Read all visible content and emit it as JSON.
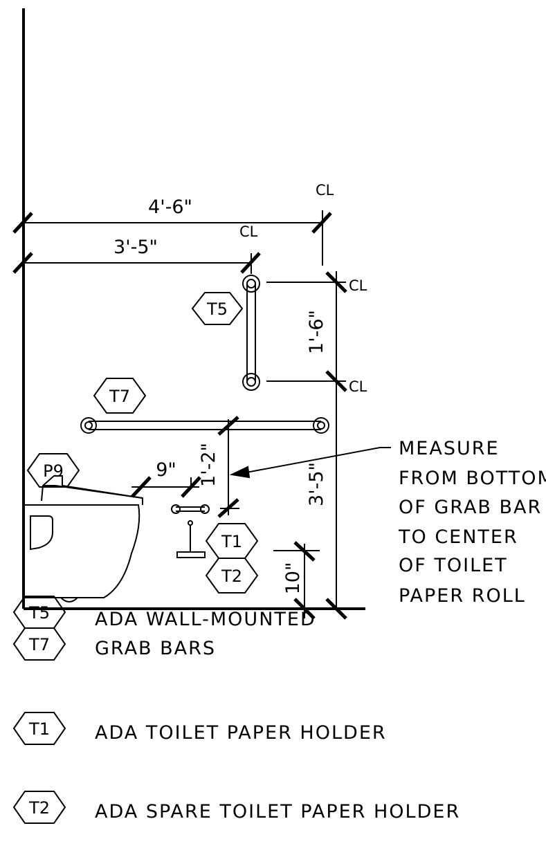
{
  "dimensions": {
    "d_4_6": "4'-6\"",
    "d_3_5_top": "3'-5\"",
    "d_1_6": "1'-6\"",
    "d_1_2": "1'-2\"",
    "d_9": "9\"",
    "d_3_5_vert": "3'-5\"",
    "d_10": "10\""
  },
  "centerline_mark": "CL",
  "tags": {
    "t5": "T5",
    "t7": "T7",
    "p9": "P9",
    "t1": "T1",
    "t2": "T2"
  },
  "note_lines": [
    "MEASURE",
    "FROM BOTTOM",
    "OF GRAB BAR",
    "TO CENTER",
    "OF TOILET",
    "PAPER ROLL"
  ],
  "legend": {
    "grab_bars_line1": "ADA WALL-MOUNTED",
    "grab_bars_line2": "GRAB BARS",
    "paper_holder": "ADA TOILET PAPER HOLDER",
    "spare_holder": "ADA SPARE TOILET PAPER HOLDER"
  }
}
